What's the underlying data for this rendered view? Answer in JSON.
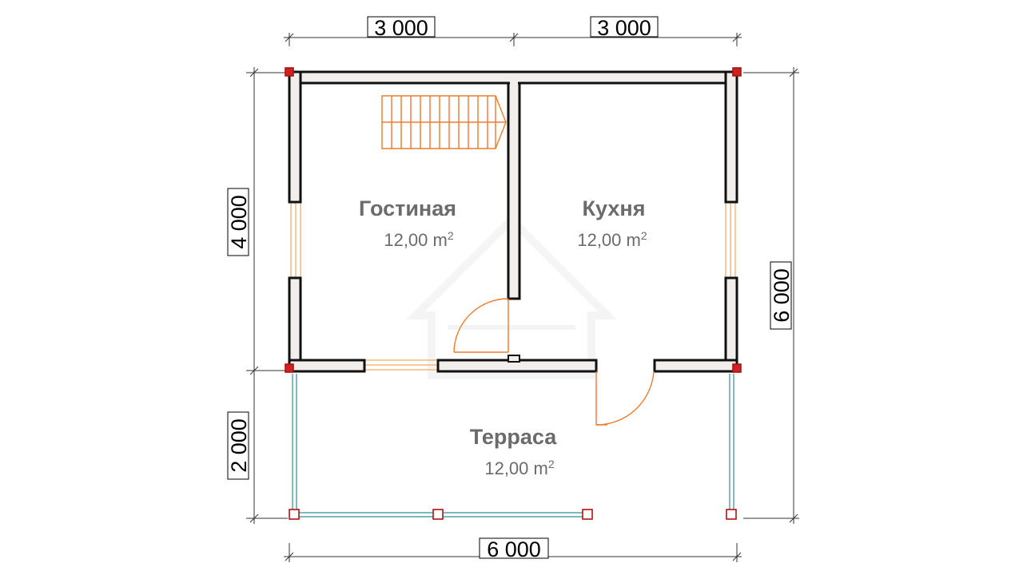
{
  "dimensions": {
    "top_left": "3 000",
    "top_right": "3 000",
    "bottom": "6 000",
    "left_upper": "4 000",
    "left_lower": "2 000",
    "right": "6 000"
  },
  "rooms": {
    "living": {
      "name": "Гостиная",
      "area_value": "12,00 m",
      "area_sup": "2"
    },
    "kitchen": {
      "name": "Кухня",
      "area_value": "12,00 m",
      "area_sup": "2"
    },
    "terrace": {
      "name": "Терраса",
      "area_value": "12,00 m",
      "area_sup": "2"
    }
  },
  "colors": {
    "wall_fill": "#f1eeeb",
    "wall_stroke": "#111111",
    "stair": "#f07a2a",
    "door": "#f07a2a",
    "window": "#f5a65a",
    "terrace_rail": "#2f8f8f",
    "post": "#b11212"
  }
}
